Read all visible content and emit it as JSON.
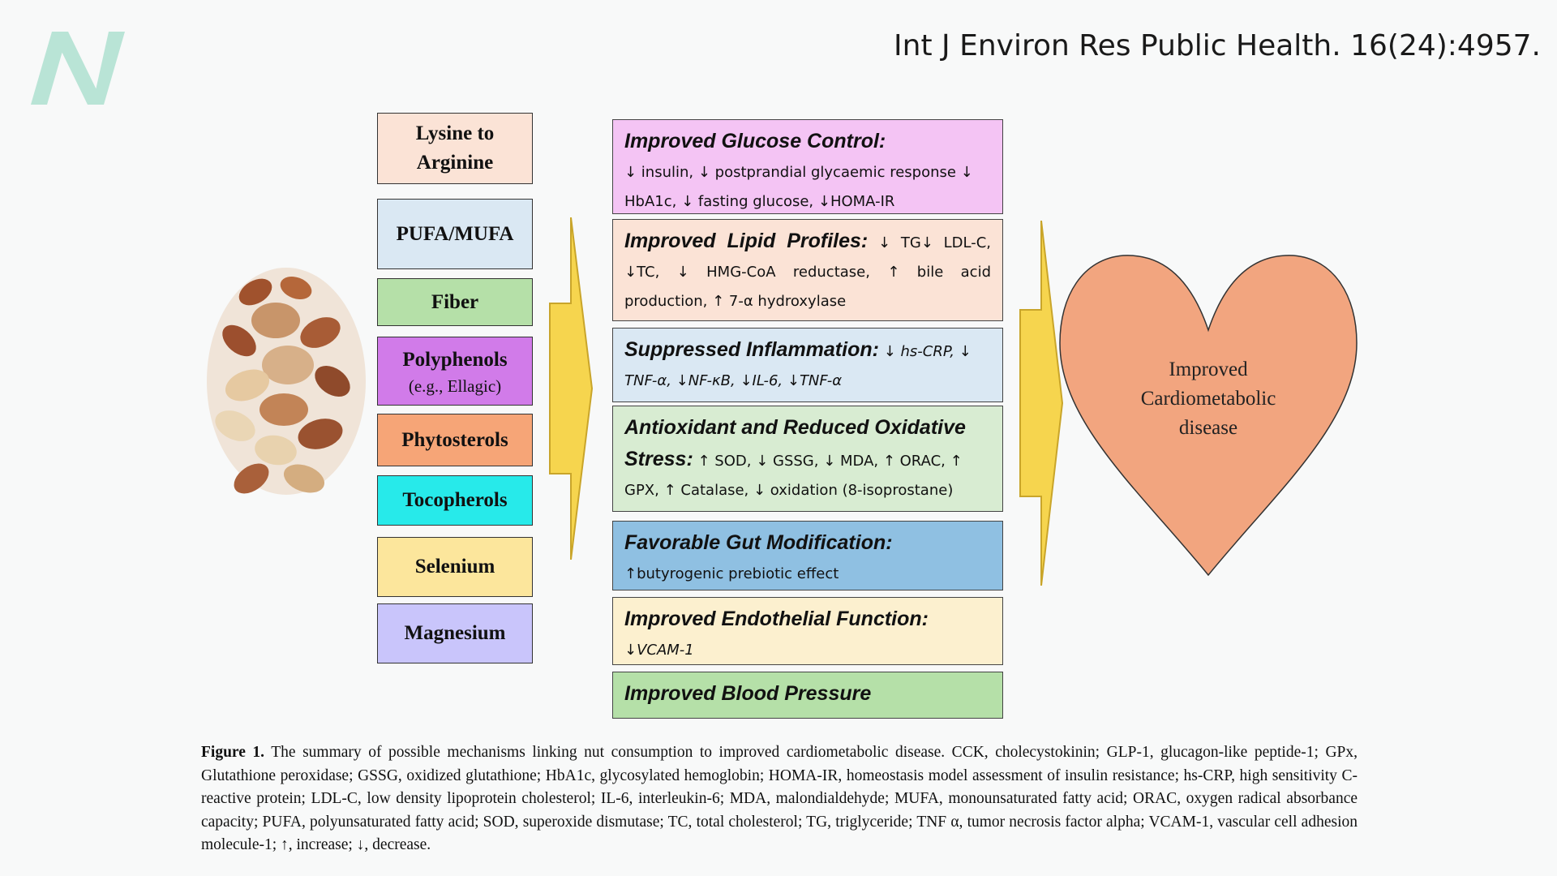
{
  "citation": "Int J Environ Res Public Health. 16(24):4957.",
  "colors": {
    "logo": "#b9e4d6",
    "arrow_fill": "#f6d54e",
    "arrow_stroke": "#c9a52a",
    "heart_fill": "#f2a57f"
  },
  "nutrients": [
    {
      "label": "Lysine to Arginine",
      "sub": "",
      "color": "#fbe3d6"
    },
    {
      "label": "PUFA/MUFA",
      "sub": "",
      "color": "#dae8f3"
    },
    {
      "label": "Fiber",
      "sub": "",
      "color": "#b5e0a8"
    },
    {
      "label": "Polyphenols",
      "sub": "(e.g., Ellagic)",
      "color": "#d17be9"
    },
    {
      "label": "Phytosterols",
      "sub": "",
      "color": "#f6a577"
    },
    {
      "label": "Tocopherols",
      "sub": "",
      "color": "#27eaea"
    },
    {
      "label": "Selenium",
      "sub": "",
      "color": "#fce69c"
    },
    {
      "label": "Magnesium",
      "sub": "",
      "color": "#c9c5fb"
    }
  ],
  "mechanisms": [
    {
      "title": "Improved Glucose Control:",
      "detail": "↓ insulin, ↓ postprandial glycaemic response ↓ HbA1c, ↓ fasting glucose, ↓HOMA-IR",
      "color": "#f4c4f4"
    },
    {
      "title": "Improved Lipid Profiles:",
      "detail": "↓ TG↓ LDL-C, ↓TC, ↓ HMG-CoA reductase, ↑ bile acid production, ↑ 7-α hydroxylase",
      "color": "#fbe3d6"
    },
    {
      "title": "Suppressed Inflammation:",
      "detail": "↓ hs-CRP, ↓ TNF-α, ↓NF-κB, ↓IL-6, ↓TNF-α",
      "color": "#dae8f3"
    },
    {
      "title": "Antioxidant and Reduced Oxidative Stress:",
      "detail": "↑ SOD, ↓ GSSG, ↓ MDA, ↑ ORAC, ↑ GPX, ↑ Catalase, ↓ oxidation (8-isoprostane)",
      "color": "#d8ecd2"
    },
    {
      "title": "Favorable Gut Modification:",
      "detail": "↑butyrogenic prebiotic effect",
      "color": "#8fc0e2"
    },
    {
      "title": "Improved Endothelial Function:",
      "detail": "↓VCAM-1",
      "color": "#fcf0cf"
    },
    {
      "title": "Improved Blood Pressure",
      "detail": "",
      "color": "#b5e0a8"
    }
  ],
  "outcome": "Improved Cardiometabolic disease",
  "caption": {
    "label": "Figure 1.",
    "text": "The summary of possible mechanisms linking nut consumption to improved cardiometabolic disease. CCK, cholecystokinin; GLP-1, glucagon-like peptide-1; GPx, Glutathione peroxidase; GSSG, oxidized glutathione; HbA1c, glycosylated hemoglobin; HOMA-IR, homeostasis model assessment of insulin resistance; hs-CRP, high sensitivity C-reactive protein; LDL-C, low density lipoprotein cholesterol; IL-6, interleukin-6; MDA, malondialdehyde; MUFA, monounsaturated fatty acid; ORAC, oxygen radical absorbance capacity; PUFA, polyunsaturated fatty acid; SOD, superoxide dismutase; TC, total cholesterol; TG, triglyceride; TNF α, tumor necrosis factor alpha; VCAM-1, vascular cell adhesion molecule-1; ↑, increase; ↓, decrease."
  }
}
